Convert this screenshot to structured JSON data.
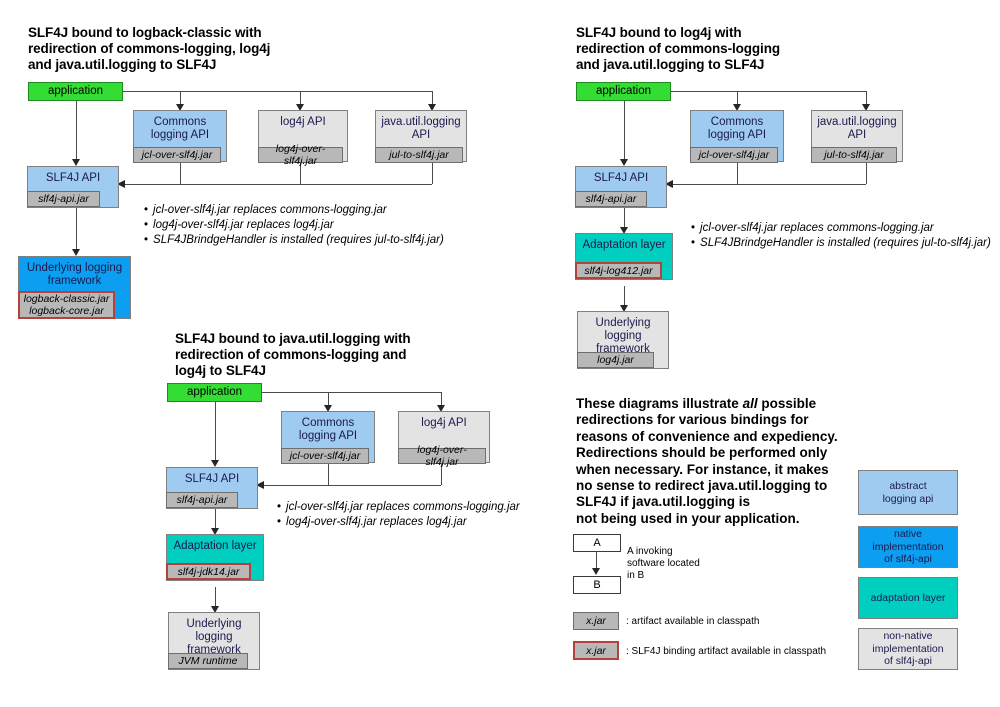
{
  "diagrams": [
    {
      "id": "logback-classic",
      "title": "SLF4J bound to logback-classic with\nredirection of commons-logging, log4j\nand java.util.logging to SLF4J",
      "nodes": {
        "application": "application",
        "commons_logging_api": "Commons\nlogging API",
        "log4j_api": "log4j API",
        "jul_api": "java.util.logging\nAPI",
        "slf4j_api": "SLF4J API",
        "underlying": "Underlying logging\nframework"
      },
      "jars": {
        "jcl_over_slf4j": "jcl-over-slf4j.jar",
        "log4j_over_slf4j": "log4j-over-slf4j.jar",
        "jul_to_slf4j": "jul-to-slf4j.jar",
        "slf4j_api": "slf4j-api.jar",
        "logback": "logback-classic.jar\nlogback-core.jar"
      },
      "bullets": [
        "jcl-over-slf4j.jar replaces commons-logging.jar",
        "log4j-over-slf4j.jar replaces log4j.jar",
        "SLF4JBrindgeHandler is installed (requires jul-to-slf4j.jar)"
      ]
    },
    {
      "id": "log4j",
      "title": "SLF4J bound to log4j with\nredirection of commons-logging\nand java.util.logging to SLF4J",
      "nodes": {
        "application": "application",
        "commons_logging_api": "Commons\nlogging API",
        "jul_api": "java.util.logging\nAPI",
        "slf4j_api": "SLF4J API",
        "adaptation": "Adaptation layer",
        "underlying": "Underlying\nlogging\nframework"
      },
      "jars": {
        "jcl_over_slf4j": "jcl-over-slf4j.jar",
        "jul_to_slf4j": "jul-to-slf4j.jar",
        "slf4j_api": "slf4j-api.jar",
        "adaptation": "slf4j-log412.jar",
        "underlying": "log4j.jar"
      },
      "bullets": [
        "jcl-over-slf4j.jar replaces commons-logging.jar",
        "SLF4JBrindgeHandler is installed (requires jul-to-slf4j.jar)"
      ]
    },
    {
      "id": "java-util-logging",
      "title": "SLF4J bound to java.util.logging with\nredirection of commons-logging and\nlog4j to SLF4J",
      "nodes": {
        "application": "application",
        "commons_logging_api": "Commons\nlogging API",
        "log4j_api": "log4j API",
        "slf4j_api": "SLF4J API",
        "adaptation": "Adaptation layer",
        "underlying": "Underlying\nlogging\nframework"
      },
      "jars": {
        "jcl_over_slf4j": "jcl-over-slf4j.jar",
        "log4j_over_slf4j": "log4j-over-slf4j.jar",
        "slf4j_api": "slf4j-api.jar",
        "adaptation": "slf4j-jdk14.jar",
        "underlying": "JVM runtime"
      },
      "bullets": [
        "jcl-over-slf4j.jar replaces commons-logging.jar",
        "log4j-over-slf4j.jar replaces log4j.jar"
      ]
    }
  ],
  "prose": {
    "part1": "These diagrams illustrate ",
    "emphasis": "all",
    "part2": " possible\nredirections for various bindings for\nreasons of convenience and expediency.\nRedirections should be performed only\nwhen necessary. For instance, it makes\nno sense to redirect java.util.logging to\nSLF4J if java.util.logging is\nnot being used in your application."
  },
  "legend": {
    "invoking": {
      "a": "A",
      "b": "B",
      "caption": "A invoking\nsoftware located\nin B"
    },
    "artifact": {
      "chip": "x.jar",
      "caption": ": artifact available in classpath"
    },
    "binding_artifact": {
      "chip": "x.jar",
      "caption": ": SLF4J binding artifact available in classpath"
    },
    "colors": [
      {
        "label": "abstract\nlogging api",
        "color": "#9fcbf0",
        "key": "abstract-logging-api"
      },
      {
        "label": "native implementation\nof slf4j-api",
        "color": "#0c9ef0",
        "key": "native-implementation"
      },
      {
        "label": "adaptation layer",
        "color": "#00cfc0",
        "key": "adaptation-layer"
      },
      {
        "label": "non-native implementation\nof slf4j-api",
        "color": "#e3e3e3",
        "key": "non-native-implementation"
      }
    ]
  },
  "palette": {
    "application_green": "#33dd33",
    "abstract_blue": "#9fcbf0",
    "native_blue": "#0c9ef0",
    "adaptation_teal": "#00cfc0",
    "grey": "#e3e3e3",
    "jar_grey": "#b8b8b8",
    "binding_border": "#b4423c"
  }
}
